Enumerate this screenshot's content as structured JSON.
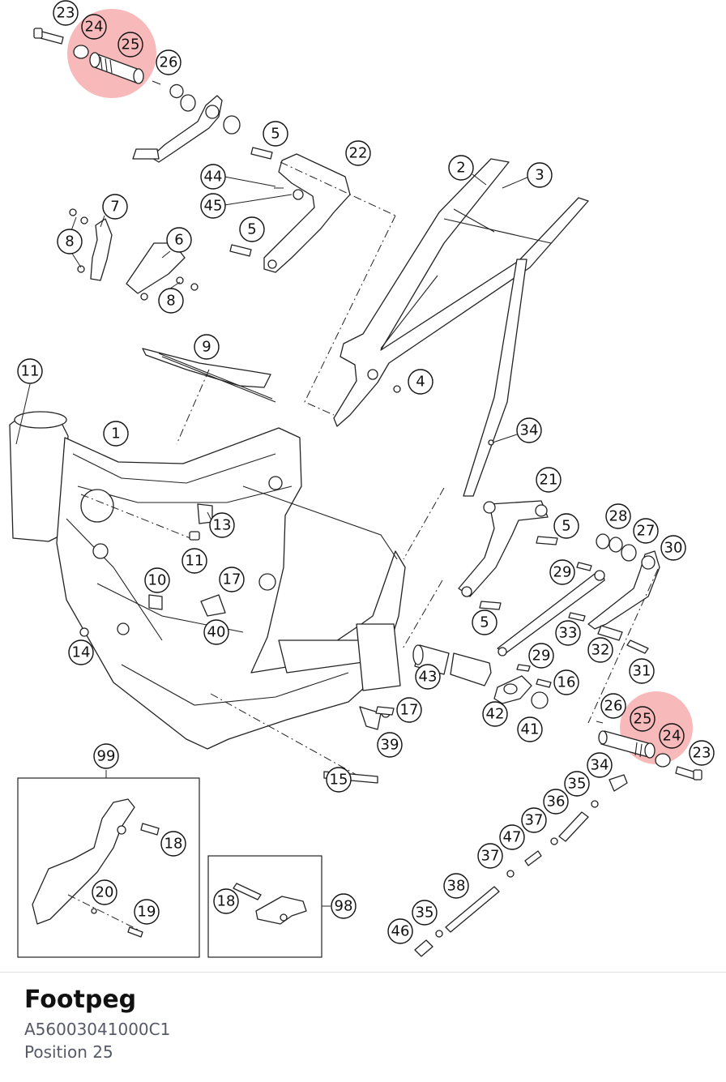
{
  "part": {
    "name": "Footpeg",
    "number": "A56003041000C1",
    "position": "Position 25"
  },
  "colors": {
    "highlight": "#f08080",
    "line": "#222222",
    "text": "#111111",
    "muted": "#555a66"
  },
  "callouts": {
    "c23a": "23",
    "c24a": "24",
    "c25a": "25",
    "c26a": "26",
    "c5a": "5",
    "c22": "22",
    "c2": "2",
    "c3": "3",
    "c44": "44",
    "c45": "45",
    "c5b": "5",
    "c7": "7",
    "c8a": "8",
    "c6": "6",
    "c8b": "8",
    "c9": "9",
    "c4": "4",
    "c11a": "11",
    "c1": "1",
    "c34a": "34",
    "c21": "21",
    "c5c": "5",
    "c28": "28",
    "c27": "27",
    "c30": "30",
    "c13": "13",
    "c11b": "11",
    "c29a": "29",
    "c10": "10",
    "c17a": "17",
    "c5d": "5",
    "c33": "33",
    "c32": "32",
    "c40": "40",
    "c14": "14",
    "c29b": "29",
    "c16": "16",
    "c31": "31",
    "c43": "43",
    "c42": "42",
    "c41": "41",
    "c17b": "17",
    "c26b": "26",
    "c25b": "25",
    "c24b": "24",
    "c23b": "23",
    "c39": "39",
    "c99": "99",
    "c15": "15",
    "c34b": "34",
    "c35a": "35",
    "c36": "36",
    "c18a": "18",
    "c37a": "37",
    "c47": "47",
    "c37b": "37",
    "c20": "20",
    "c19": "19",
    "c38": "38",
    "c18b": "18",
    "c98": "98",
    "c35b": "35",
    "c46": "46"
  }
}
